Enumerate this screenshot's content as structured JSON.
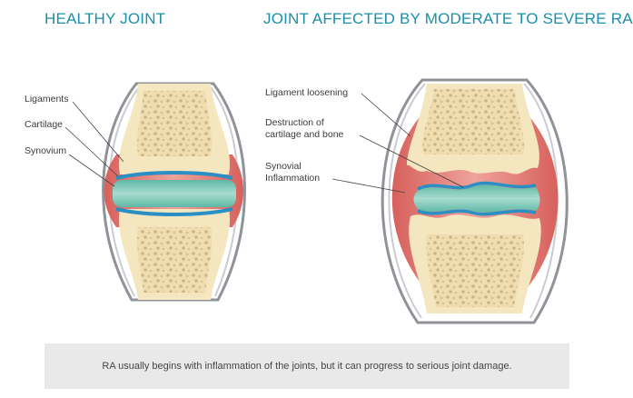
{
  "headings": {
    "healthy": "HEALTHY JOINT",
    "affected": "JOINT AFFECTED BY MODERATE TO SEVERE RA"
  },
  "labels": {
    "healthy": [
      "Ligaments",
      "Cartilage",
      "Synovium"
    ],
    "affected": {
      "ligament": "Ligament loosening",
      "destruction": [
        "Destruction of",
        "cartilage and bone"
      ],
      "synovial": [
        "Synovial",
        "Inflammation"
      ]
    }
  },
  "caption": "RA usually begins with inflammation of the joints, but it can progress to serious joint damage.",
  "colors": {
    "heading": "#1a8fa6",
    "bone": "#f4e6be",
    "marrow": "#e2cea2",
    "cartilage": "#2a8fc4",
    "synovial_fluid": "#6fc0b0",
    "synovium": "#e2766f",
    "ligament": "#8f9399",
    "caption_bg": "#e9e9ea"
  }
}
